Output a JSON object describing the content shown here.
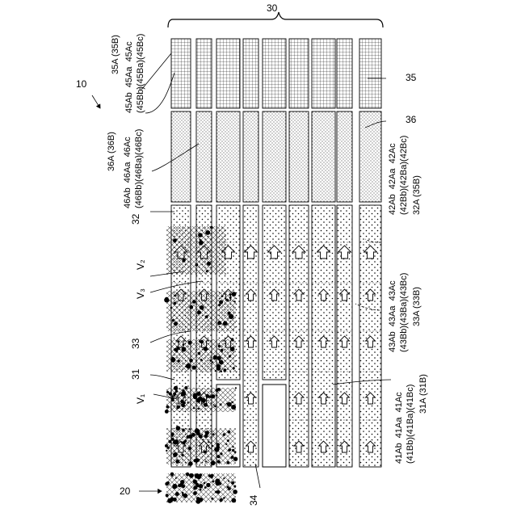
{
  "figure": {
    "ref_device": "10",
    "ref_sample": "20",
    "ref_array": "30",
    "ref_inlet_label": "34",
    "ref_channel": "32",
    "ref_zone3": "33",
    "ref_zone1": "31",
    "ref_top_region": "35",
    "ref_mid_region": "36",
    "v1": "V₁",
    "v2": "V₂",
    "v3": "V₃"
  },
  "groups": {
    "g35": {
      "top": "35A (35B)",
      "a": "45Ab  45Aa  45Ac",
      "b": "(45Bb)(45Ba)(45Bc)"
    },
    "g36": {
      "top": "36A (36B)",
      "a": "46Ab  46Aa  46Ac",
      "b": "(46Bb)(46Ba)(46Bc)"
    },
    "g42": {
      "a": "42Ab  42Aa  42Ac",
      "b": "(42Bb)(42Ba)(42Bc)",
      "c": "32A (35B)"
    },
    "g43": {
      "a": "43Ab  43Aa  43Ac",
      "b": "(43Bb)(43Ba)(43Bc)",
      "c": "33A (33B)"
    },
    "g41": {
      "a": "41Ab  41Aa  41Ac",
      "b": "(41Bb)(41Ba)(41Bc)",
      "c": "31A (31B)"
    }
  },
  "colors": {
    "ink": "#000000",
    "paper": "#ffffff"
  }
}
